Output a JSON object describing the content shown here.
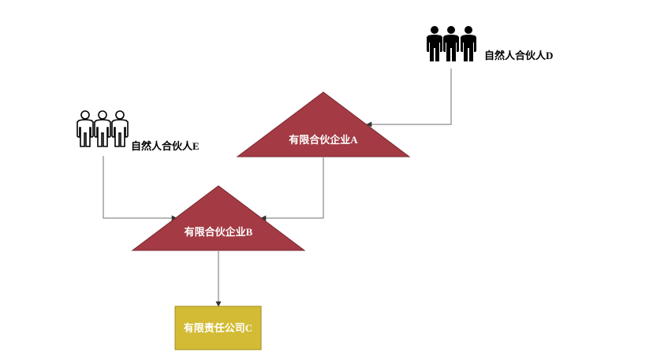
{
  "nodes": {
    "partner_d": {
      "label": "自然人合伙人D",
      "icon": "people-group-solid-icon"
    },
    "partner_e": {
      "label": "自然人合伙人E",
      "icon": "people-group-outline-icon"
    },
    "partnership_a": {
      "label": "有限合伙企业A",
      "shape": "triangle"
    },
    "partnership_b": {
      "label": "有限合伙企业B",
      "shape": "triangle"
    },
    "company_c": {
      "label": "有限责任公司C",
      "shape": "rectangle"
    }
  },
  "edges": [
    {
      "from": "partner_d",
      "to": "partnership_a"
    },
    {
      "from": "partner_e",
      "to": "partnership_b"
    },
    {
      "from": "partnership_a",
      "to": "partnership_b"
    },
    {
      "from": "partnership_b",
      "to": "company_c"
    }
  ],
  "colors": {
    "triangle_fill": "#a33a44",
    "triangle_stroke": "#7a2830",
    "box_fill": "#d3bb35",
    "box_stroke": "#a08c20",
    "node_text": "#ffffff",
    "label_text": "#000000",
    "connector": "#6f6f6f"
  }
}
